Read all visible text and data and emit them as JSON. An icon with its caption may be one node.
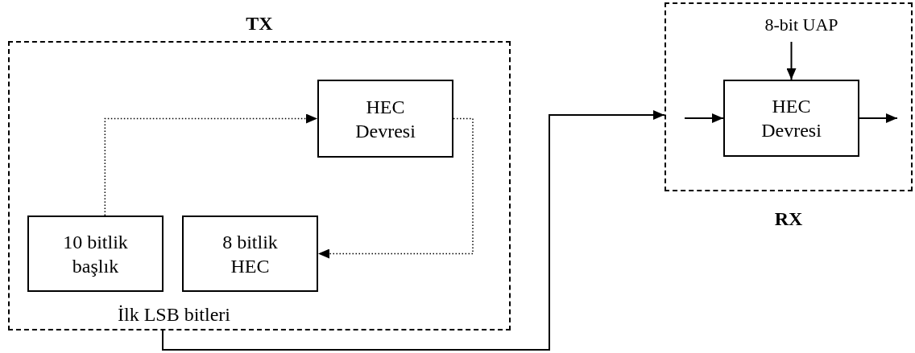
{
  "diagram": {
    "nodes": [
      {
        "text": [
          "TX",
          "İlk LSB bitleri"
        ]
      },
      {
        "text": [
          "HEC Devresi"
        ],
        "in": 0
      },
      {
        "text": [
          "10 bitlik başlık"
        ],
        "in": 0
      },
      {
        "text": [
          "8 bitlik HEC"
        ],
        "in": 0
      },
      {
        "text": [
          "RX"
        ]
      },
      {
        "text": [
          "8-bit UAP"
        ],
        "in": 4
      },
      {
        "text": [
          "HEC Devresi"
        ],
        "in": 4
      }
    ],
    "edges": [
      {
        "from": 2,
        "to": 1,
        "arrow": "to",
        "style": "dashed"
      },
      {
        "from": 1,
        "to": 3,
        "arrow": "to",
        "style": "dashed"
      },
      {
        "from": 0,
        "to": 4,
        "arrow": "to"
      },
      {
        "from": 5,
        "to": 6,
        "arrow": "to"
      },
      {
        "from": null,
        "to": 6,
        "arrow": "to"
      },
      {
        "from": 6,
        "to": null,
        "arrow": "to"
      }
    ]
  }
}
